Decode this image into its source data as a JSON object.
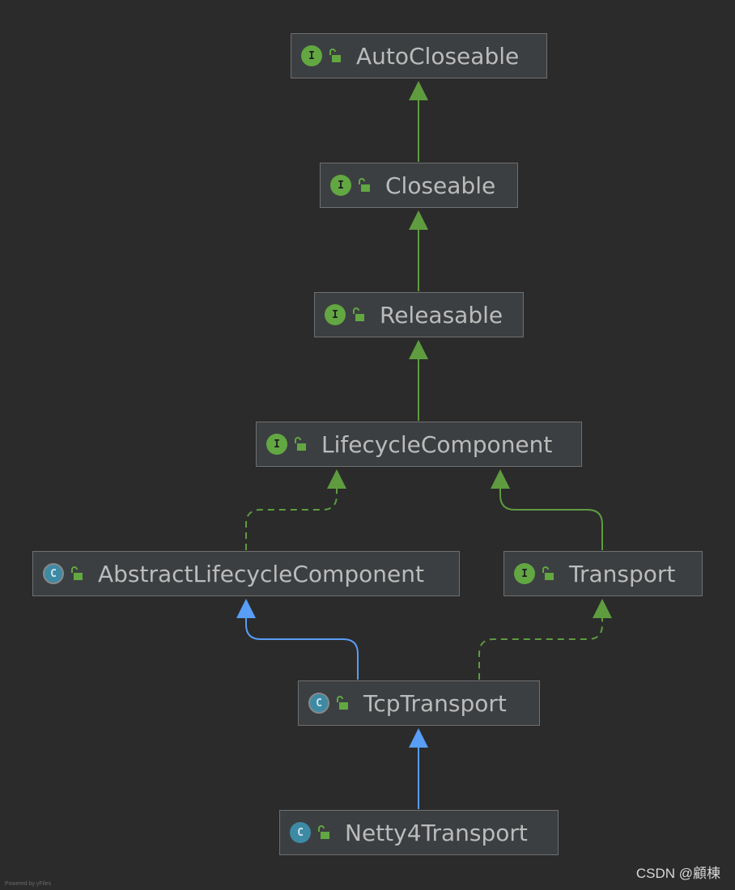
{
  "colors": {
    "background": "#2b2b2b",
    "node_fill": "#3c3f41",
    "node_border": "#6f6f6f",
    "interface_icon": "#62a742",
    "class_icon": "#3d8aa5",
    "implements_edge": "#62a742",
    "extends_class_edge": "#589df6",
    "extends_interface_edge": "#62a742"
  },
  "nodes": {
    "autocloseable": {
      "name": "AutoCloseable",
      "kind_letter": "I",
      "kind": "interface",
      "icon": "interface-icon"
    },
    "closeable": {
      "name": "Closeable",
      "kind_letter": "I",
      "kind": "interface",
      "icon": "interface-icon"
    },
    "releasable": {
      "name": "Releasable",
      "kind_letter": "I",
      "kind": "interface",
      "icon": "interface-icon"
    },
    "lifecyclecomponent": {
      "name": "LifecycleComponent",
      "kind_letter": "I",
      "kind": "interface",
      "icon": "interface-icon"
    },
    "abstractlifecyclecomponent": {
      "name": "AbstractLifecycleComponent",
      "kind_letter": "C",
      "kind": "abstract-class",
      "icon": "abstract-class-icon"
    },
    "transport": {
      "name": "Transport",
      "kind_letter": "I",
      "kind": "interface",
      "icon": "interface-icon"
    },
    "tcptransport": {
      "name": "TcpTransport",
      "kind_letter": "C",
      "kind": "abstract-class",
      "icon": "abstract-class-icon"
    },
    "netty4transport": {
      "name": "Netty4Transport",
      "kind_letter": "C",
      "kind": "class",
      "icon": "class-icon"
    }
  },
  "edges": [
    {
      "from": "Closeable",
      "to": "AutoCloseable",
      "relation": "extends",
      "style": "solid-green"
    },
    {
      "from": "Releasable",
      "to": "Closeable",
      "relation": "extends",
      "style": "solid-green"
    },
    {
      "from": "LifecycleComponent",
      "to": "Releasable",
      "relation": "extends",
      "style": "solid-green"
    },
    {
      "from": "AbstractLifecycleComponent",
      "to": "LifecycleComponent",
      "relation": "implements",
      "style": "dashed-green"
    },
    {
      "from": "Transport",
      "to": "LifecycleComponent",
      "relation": "extends",
      "style": "solid-green"
    },
    {
      "from": "TcpTransport",
      "to": "AbstractLifecycleComponent",
      "relation": "extends",
      "style": "solid-blue"
    },
    {
      "from": "TcpTransport",
      "to": "Transport",
      "relation": "implements",
      "style": "dashed-green"
    },
    {
      "from": "Netty4Transport",
      "to": "TcpTransport",
      "relation": "extends",
      "style": "solid-blue"
    }
  ],
  "watermark": "CSDN @顧棟",
  "powered_by": "Powered by yFiles"
}
